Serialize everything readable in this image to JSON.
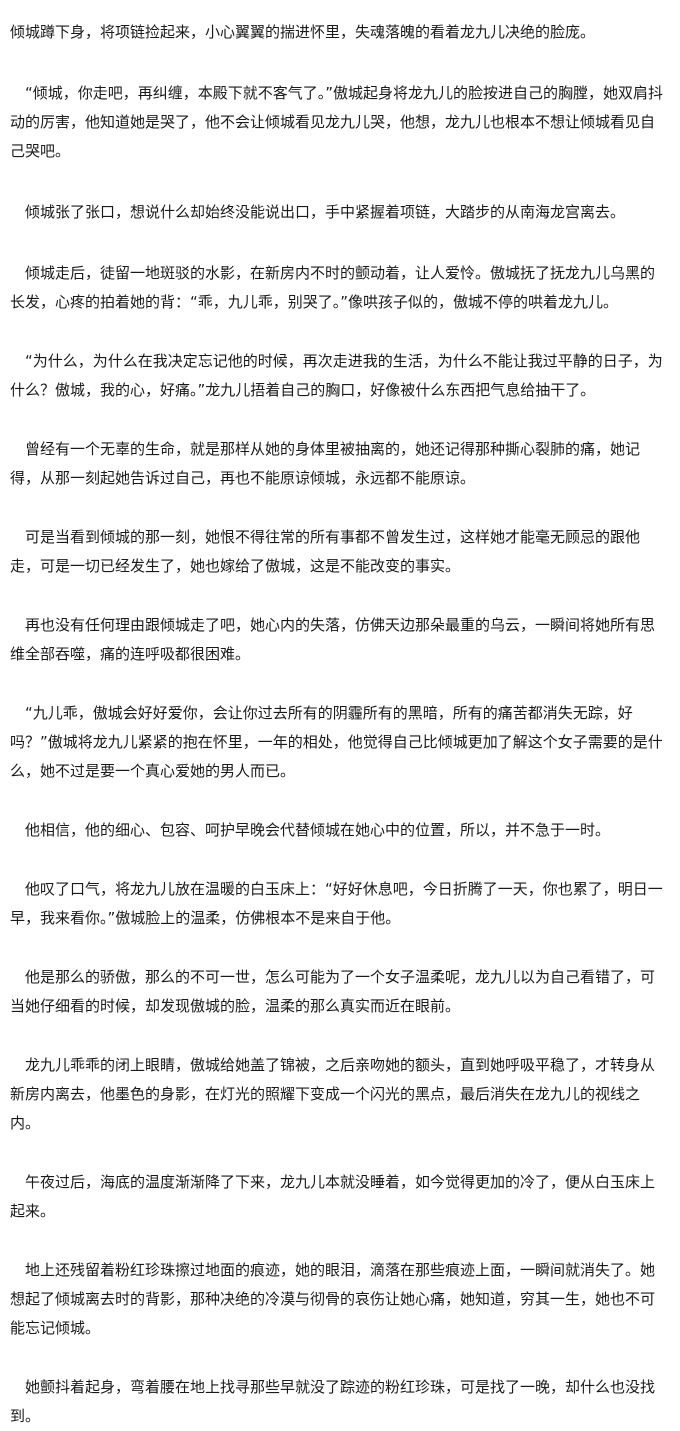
{
  "document": {
    "paragraphs": [
      "倾城蹲下身，将项链捡起来，小心翼翼的揣进怀里，失魂落魄的看着龙九儿决绝的脸庞。",
      "　“倾城，你走吧，再纠缠，本殿下就不客气了。”傲城起身将龙九儿的脸按进自己的胸膛，她双肩抖动的厉害，他知道她是哭了，他不会让倾城看见龙九儿哭，他想，龙九儿也根本不想让倾城看见自己哭吧。",
      "　倾城张了张口，想说什么却始终没能说出口，手中紧握着项链，大踏步的从南海龙宫离去。",
      "　倾城走后，徒留一地斑驳的水影，在新房内不时的颤动着，让人爱怜。傲城抚了抚龙九儿乌黑的长发，心疼的拍着她的背：“乖，九儿乖，别哭了。”像哄孩子似的，傲城不停的哄着龙九儿。",
      "　“为什么，为什么在我决定忘记他的时候，再次走进我的生活，为什么不能让我过平静的日子，为什么？傲城，我的心，好痛。”龙九儿捂着自己的胸口，好像被什么东西把气息给抽干了。",
      "　曾经有一个无辜的生命，就是那样从她的身体里被抽离的，她还记得那种撕心裂肺的痛，她记得，从那一刻起她告诉过自己，再也不能原谅倾城，永远都不能原谅。",
      "　可是当看到倾城的那一刻，她恨不得往常的所有事都不曾发生过，这样她才能毫无顾忌的跟他走，可是一切已经发生了，她也嫁给了傲城，这是不能改变的事实。",
      "　再也没有任何理由跟倾城走了吧，她心内的失落，仿佛天边那朵最重的乌云，一瞬间将她所有思维全部吞噬，痛的连呼吸都很困难。",
      "　“九儿乖，傲城会好好爱你，会让你过去所有的阴霾所有的黑暗，所有的痛苦都消失无踪，好吗？”傲城将龙九儿紧紧的抱在怀里，一年的相处，他觉得自己比倾城更加了解这个女子需要的是什么，她不过是要一个真心爱她的男人而已。",
      "　他相信，他的细心、包容、呵护早晚会代替倾城在她心中的位置，所以，并不急于一时。",
      "　他叹了口气，将龙九儿放在温暖的白玉床上：“好好休息吧，今日折腾了一天，你也累了，明日一早，我来看你。”傲城脸上的温柔，仿佛根本不是来自于他。",
      "　他是那么的骄傲，那么的不可一世，怎么可能为了一个女子温柔呢，龙九儿以为自己看错了，可当她仔细看的时候，却发现傲城的脸，温柔的那么真实而近在眼前。",
      "　龙九儿乖乖的闭上眼睛，傲城给她盖了锦被，之后亲吻她的额头，直到她呼吸平稳了，才转身从新房内离去，他墨色的身影，在灯光的照耀下变成一个闪光的黑点，最后消失在龙九儿的视线之内。",
      "　午夜过后，海底的温度渐渐降了下来，龙九儿本就没睡着，如今觉得更加的冷了，便从白玉床上起来。",
      "　地上还残留着粉红珍珠擦过地面的痕迹，她的眼泪，滴落在那些痕迹上面，一瞬间就消失了。她想起了倾城离去时的背影，那种决绝的冷漠与彻骨的哀伤让她心痛，她知道，穷其一生，她也不可能忘记倾城。",
      "　她颤抖着起身，弯着腰在地上找寻那些早就没了踪迹的粉红珍珠，可是找了一晚，却什么也没找到。"
    ]
  }
}
